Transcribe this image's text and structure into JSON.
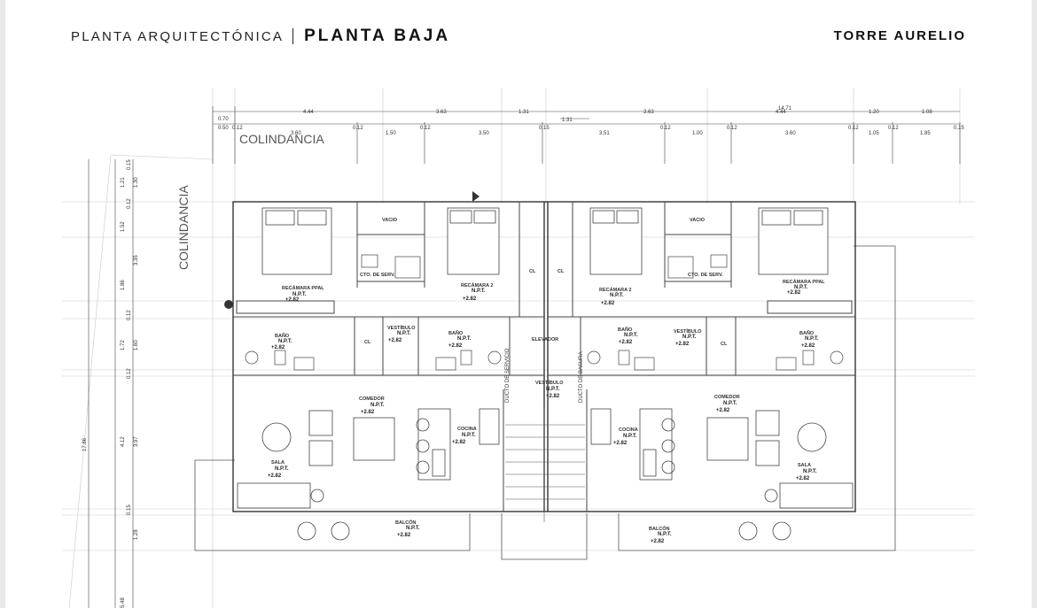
{
  "header": {
    "title": "PLANTA ARQUITECTÓNICA",
    "subtitle": "PLANTA BAJA",
    "project": "TORRE AURELIO"
  },
  "plan": {
    "colindancia_top": "COLINDANCIA",
    "colindancia_side": "COLINDANCIA",
    "top_dims": [
      "4.44",
      "3.63",
      "1.31",
      "3.63",
      "4.44",
      "1.20",
      "1.08"
    ],
    "top_dims2": [
      "0.70",
      "0.50",
      "0.12",
      "3.60",
      "0.12",
      "1.50",
      "0.12",
      "3.50",
      "0.15",
      "3.51",
      "0.12",
      "1.00",
      "0.12",
      "3.60",
      "0.12",
      "1.05",
      "0.12",
      "1.85",
      "0.15"
    ],
    "top_dim_mid": "1.31",
    "top_dim_right": "14.71",
    "left_dims": [
      "0.15",
      "1.21",
      "1.30",
      "0.12",
      "1.52",
      "3.35",
      "1.86",
      "0.12",
      "1.72",
      "1.60",
      "0.12",
      "4.12",
      "3.97",
      "17.86",
      "0.15",
      "1.28",
      "5.48"
    ],
    "rooms": [
      {
        "name": "VACIO"
      },
      {
        "name": "CTO. DE SERV."
      },
      {
        "name": "RECÁMARA PPAL",
        "npt": "N.P.T.",
        "level": "+2.82"
      },
      {
        "name": "RECÁMARA 2",
        "npt": "N.P.T.",
        "level": "+2.82"
      },
      {
        "name": "CL"
      },
      {
        "name": "BAÑO",
        "npt": "N.P.T.",
        "level": "+2.82"
      },
      {
        "name": "VESTÍBULO",
        "npt": "N.P.T.",
        "level": "+2.82"
      },
      {
        "name": "ELEVADOR"
      },
      {
        "name": "COMEDOR",
        "npt": "N.P.T.",
        "level": "+2.82"
      },
      {
        "name": "SALA",
        "npt": "N.P.T.",
        "level": "+2.82"
      },
      {
        "name": "COCINA",
        "npt": "N.P.T.",
        "level": "+2.82"
      },
      {
        "name": "BALCÓN",
        "npt": "N.P.T.",
        "level": "+2.82"
      }
    ],
    "vestibulo_central": {
      "name": "VESTÍBULO",
      "npt": "N.P.T.",
      "level": "+2.82"
    },
    "small_labels": [
      "DUCTO DE SERVICIO",
      "DUCTO DE BASURA"
    ]
  },
  "colors": {
    "line": "#3a3a3a",
    "light_line": "#b9b9b9",
    "page": "#ffffff",
    "frame": "#e9e9e9"
  }
}
